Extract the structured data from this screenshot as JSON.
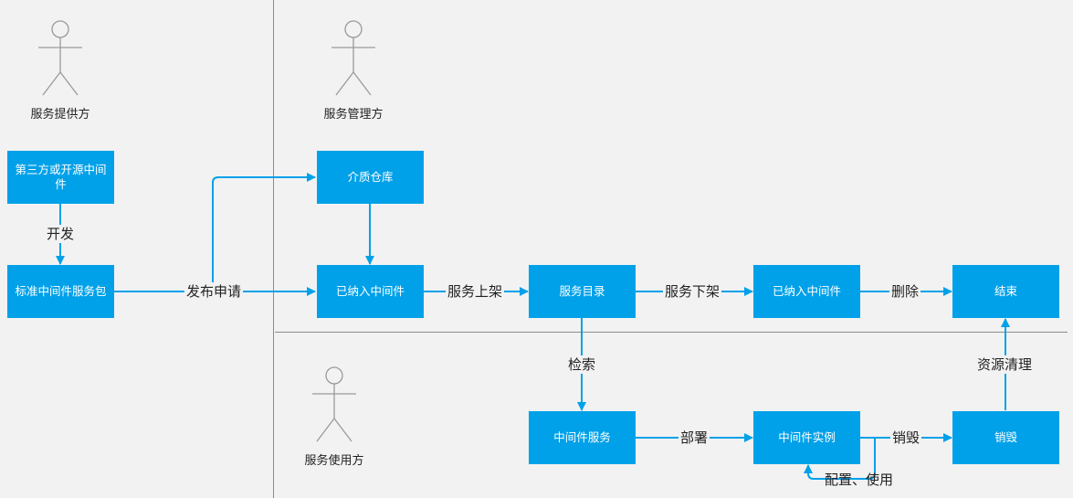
{
  "lanes": {
    "provider": "服务提供方",
    "manager": "服务管理方",
    "consumer": "服务使用方"
  },
  "nodes": {
    "third_party": "第三方或开源中间件",
    "standard_package": "标准中间件服务包",
    "media_repo": "介质仓库",
    "included_1": "已纳入中间件",
    "catalog": "服务目录",
    "included_2": "已纳入中间件",
    "end": "结束",
    "mw_service": "中间件服务",
    "mw_instance": "中间件实例",
    "destroy": "销毁"
  },
  "edges": {
    "develop": "开发",
    "publish_request": "发布申请",
    "service_on": "服务上架",
    "service_off": "服务下架",
    "delete": "删除",
    "search": "检索",
    "deploy": "部署",
    "destroy": "销毁",
    "configure_use": "配置、使用",
    "resource_cleanup": "资源清理"
  },
  "colors": {
    "box": "#00a1e9",
    "line": "#00a1e9",
    "background": "#f2f2f2",
    "actor": "#9a9a9a"
  }
}
